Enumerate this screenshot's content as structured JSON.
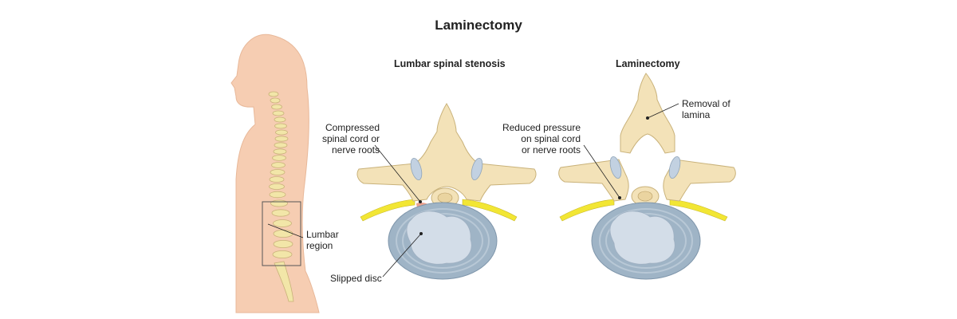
{
  "title": "Laminectomy",
  "panels": {
    "stenosis": {
      "heading": "Lumbar spinal stenosis",
      "label_compressed": [
        "Compressed",
        "spinal cord or",
        "nerve roots"
      ],
      "label_disc": "Slipped disc"
    },
    "laminectomy": {
      "heading": "Laminectomy",
      "label_pressure": [
        "Reduced pressure",
        "on spinal cord",
        "or nerve roots"
      ],
      "label_removal": [
        "Removal of",
        "lamina"
      ]
    }
  },
  "body_figure": {
    "label_region": [
      "Lumbar",
      "region"
    ]
  },
  "colors": {
    "skin": "#f6cdb2",
    "bone": "#f3e2b8",
    "bone_outline": "#c9b27a",
    "nerve": "#f2e634",
    "disc_outer": "#9fb4c6",
    "disc_inner": "#d3dde8",
    "cartilage": "#c2d1e1",
    "compression": "#e8907a"
  }
}
